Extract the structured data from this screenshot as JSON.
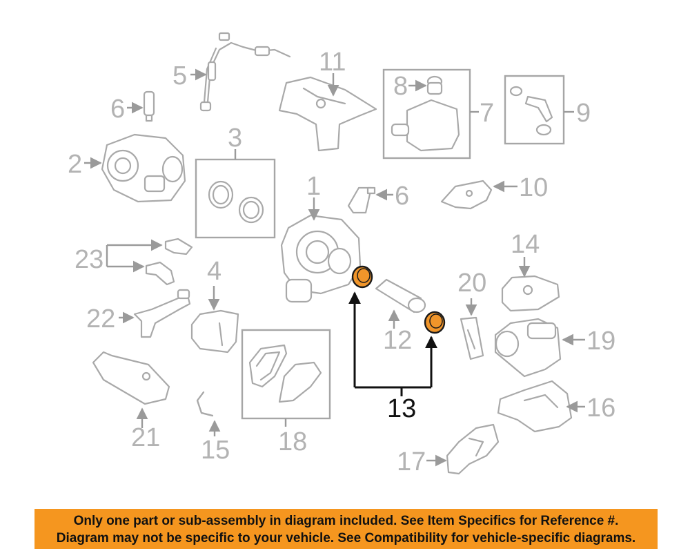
{
  "colors": {
    "banner_background": "#f5961f",
    "highlight_part": "#f0952a",
    "callout_gray": "#b3b3b3"
  },
  "callouts": {
    "c1": "1",
    "c2": "2",
    "c3": "3",
    "c4": "4",
    "c5": "5",
    "c6a": "6",
    "c6b": "6",
    "c7": "7",
    "c8": "8",
    "c9": "9",
    "c10": "10",
    "c11": "11",
    "c12": "12",
    "c13": "13",
    "c14": "14",
    "c15": "15",
    "c16": "16",
    "c17": "17",
    "c18": "18",
    "c19": "19",
    "c20": "20",
    "c21": "21",
    "c22": "22",
    "c23": "23"
  },
  "disclaimer": {
    "line1": "Only one part or sub-assembly in diagram included. See Item Specifics for Reference #.",
    "line2": "Diagram may not be specific to your vehicle. See Compatibility for vehicle-specific diagrams."
  }
}
